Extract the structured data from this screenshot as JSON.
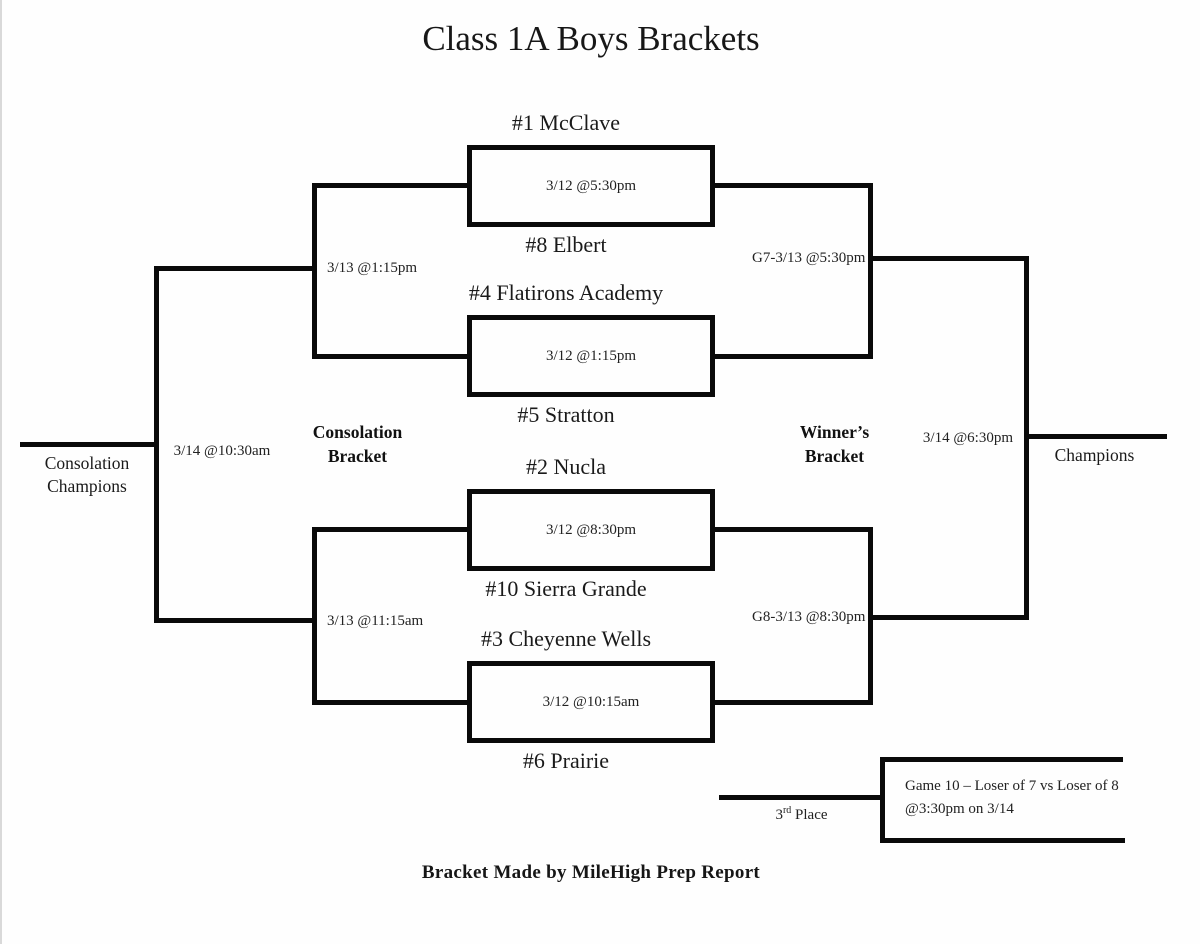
{
  "title": "Class 1A Boys Brackets",
  "games": [
    {
      "seed_top": "#1 McClave",
      "seed_bottom": "#8 Elbert",
      "datetime": "3/12 @5:30pm"
    },
    {
      "seed_top": "#4 Flatirons Academy",
      "seed_bottom": "#5 Stratton",
      "datetime": "3/12 @1:15pm"
    },
    {
      "seed_top": "#2 Nucla",
      "seed_bottom": "#10 Sierra Grande",
      "datetime": "3/12 @8:30pm"
    },
    {
      "seed_top": "#3 Cheyenne Wells",
      "seed_bottom": "#6 Prairie",
      "datetime": "3/12 @10:15am"
    }
  ],
  "consolation": {
    "bracket_label_line1": "Consolation",
    "bracket_label_line2": "Bracket",
    "semifinal_top_time": "3/13 @1:15pm",
    "semifinal_bottom_time": "3/13 @11:15am",
    "final_time": "3/14 @10:30am",
    "champion_label_line1": "Consolation",
    "champion_label_line2": "Champions"
  },
  "winners": {
    "bracket_label_line1": "Winner’s",
    "bracket_label_line2": "Bracket",
    "semifinal_top_time": "G7-3/13 @5:30pm",
    "semifinal_bottom_time": "G8-3/13 @8:30pm",
    "final_time": "3/14 @6:30pm",
    "champion_label": "Champions"
  },
  "third_place": {
    "place_number": "3",
    "place_ordinal": "rd",
    "place_text": " Place",
    "detail_line1": "Game 10 – Loser of 7 vs Loser of 8",
    "detail_line2": "@3:30pm on 3/14"
  },
  "footer": "Bracket Made by MileHigh Prep Report",
  "colors": {
    "line": "#0a0a0a",
    "text": "#1e1e1e",
    "background": "#fefefe"
  }
}
